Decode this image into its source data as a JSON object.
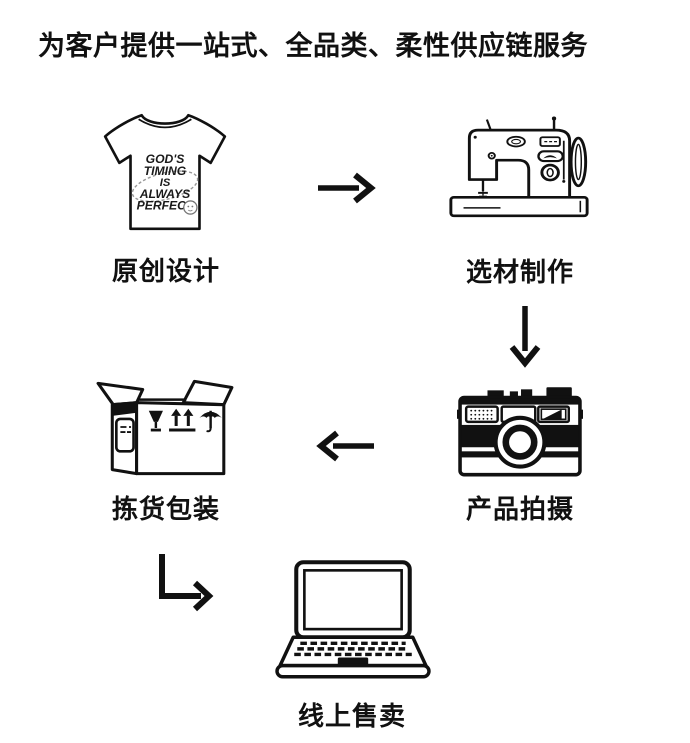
{
  "title": "为客户提供一站式、全品类、柔性供应链服务",
  "steps": [
    {
      "id": "design",
      "label": "原创设计",
      "icon": "tshirt-icon"
    },
    {
      "id": "production",
      "label": "选材制作",
      "icon": "sewing-machine-icon"
    },
    {
      "id": "photography",
      "label": "产品拍摄",
      "icon": "camera-icon"
    },
    {
      "id": "packaging",
      "label": "拣货包装",
      "icon": "package-box-icon"
    },
    {
      "id": "online-sale",
      "label": "线上售卖",
      "icon": "laptop-icon"
    }
  ],
  "flow": [
    "原创设计 → 选材制作",
    "选材制作 ↓ 产品拍摄",
    "产品拍摄 ← 拣货包装",
    "拣货包装 ↳ 线上售卖"
  ],
  "tshirt_print": {
    "line1": "GOD'S",
    "line2": "TIMING",
    "line3": "IS",
    "line4": "ALWAYS",
    "line5": "PERFECT"
  },
  "colors": {
    "ink": "#111111",
    "background": "#ffffff",
    "print_swirl": "#999999"
  }
}
